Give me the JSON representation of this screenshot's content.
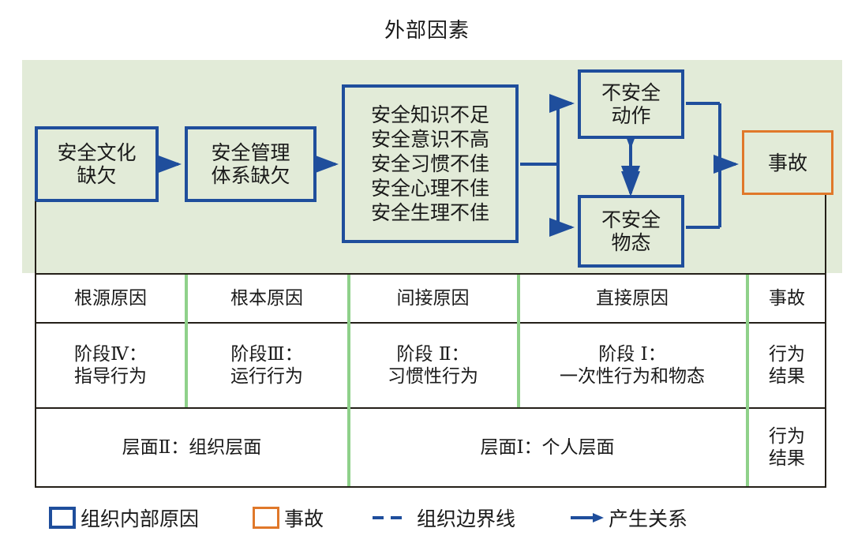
{
  "title": "外部因素",
  "colors": {
    "panel_background": "#e2ebd8",
    "cause_border": "#1f4e9c",
    "accident_border": "#e0782a",
    "arrow": "#1f4e9c",
    "boundary_line": "#241f18",
    "table_separator": "#8fd18a",
    "table_border": "#241f18"
  },
  "flow": {
    "nodes": [
      {
        "id": "culture",
        "label": "安全文化\n缺欠",
        "type": "organization-cause"
      },
      {
        "id": "mgmt",
        "label": "安全管理\n体系缺欠",
        "type": "organization-cause"
      },
      {
        "id": "indirect",
        "label": "安全知识不足\n安全意识不高\n安全习惯不佳\n安全心理不佳\n安全生理不佳",
        "type": "organization-cause"
      },
      {
        "id": "unsafeact",
        "label": "不安全\n动作",
        "type": "organization-cause"
      },
      {
        "id": "unsafecon",
        "label": "不安全\n物态",
        "type": "organization-cause"
      },
      {
        "id": "accident",
        "label": "事故",
        "type": "accident"
      }
    ]
  },
  "grid": {
    "rows": [
      {
        "id": "cause-level",
        "cells": [
          {
            "text": "根源原因"
          },
          {
            "text": "根本原因"
          },
          {
            "text": "间接原因"
          },
          {
            "text": "直接原因"
          },
          {
            "text": "事故"
          }
        ]
      },
      {
        "id": "stage-level",
        "cells": [
          {
            "text": "阶段Ⅳ：\n指导行为"
          },
          {
            "text": "阶段Ⅲ：\n运行行为"
          },
          {
            "text": "阶段 Ⅱ：\n习惯性行为"
          },
          {
            "text": "阶段 Ⅰ：\n一次性行为和物态"
          },
          {
            "text": "行为\n结果"
          }
        ]
      },
      {
        "id": "layer-level",
        "cells": [
          {
            "text": "层面Ⅱ：组织层面"
          },
          {
            "text": "层面Ⅰ：个人层面"
          },
          {
            "text": "行为\n结果"
          }
        ]
      }
    ]
  },
  "legend": {
    "items": [
      {
        "id": "organization-internal-cause",
        "label": "组织内部原因",
        "symbol": "blue-square-outline"
      },
      {
        "id": "accident",
        "label": "事故",
        "symbol": "orange-square-outline"
      },
      {
        "id": "organization-boundary",
        "label": "组织边界线",
        "symbol": "dashed-line"
      },
      {
        "id": "generation-relation",
        "label": "产生关系",
        "symbol": "arrow"
      }
    ]
  }
}
